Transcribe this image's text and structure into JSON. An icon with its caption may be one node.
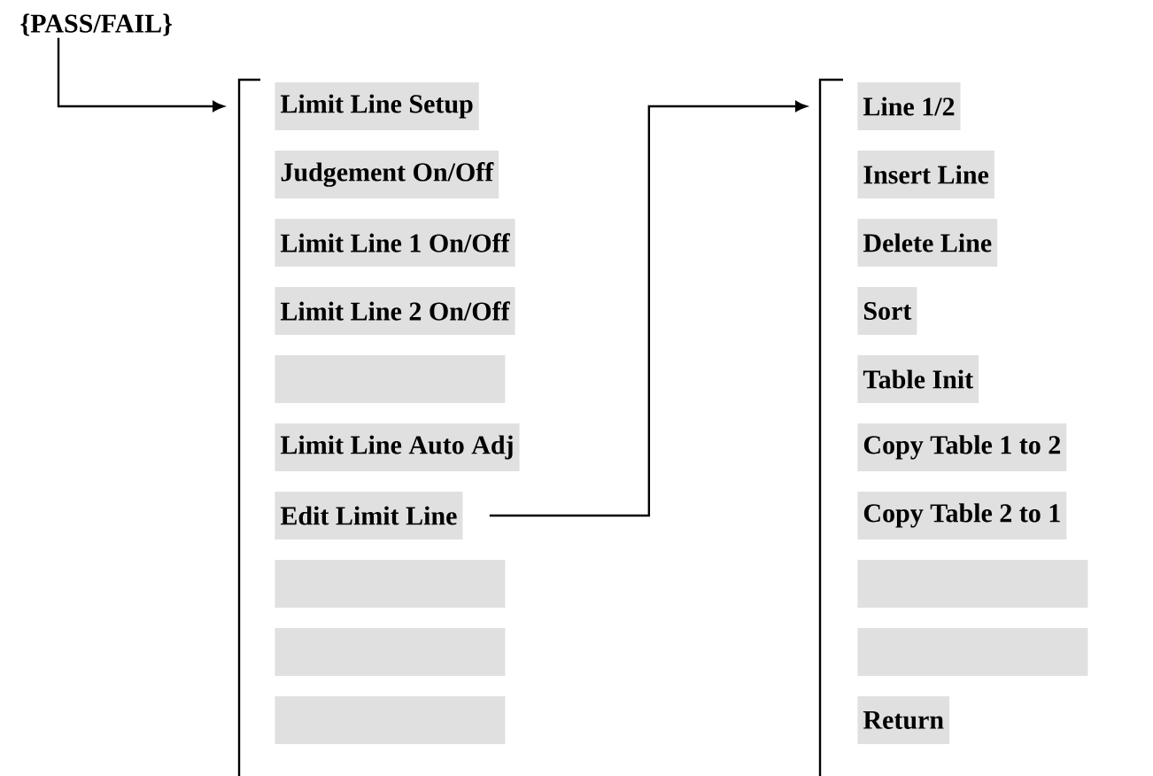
{
  "diagram": {
    "nodes": [
      {
        "text": [
          "{PASS/FAIL}"
        ]
      },
      {
        "text": [
          "Limit Line Setup"
        ]
      },
      {
        "text": [
          "Judgement On/Off"
        ]
      },
      {
        "text": [
          "Limit Line 1 On/Off"
        ]
      },
      {
        "text": [
          "Limit Line 2 On/Off"
        ]
      },
      {
        "text": [],
        "shape": "box"
      },
      {
        "text": [
          "Limit Line Auto Adj"
        ]
      },
      {
        "text": [
          "Edit Limit Line"
        ]
      },
      {
        "text": [],
        "shape": "box"
      },
      {
        "text": [],
        "shape": "box"
      },
      {
        "text": [],
        "shape": "box"
      },
      {
        "text": [
          "Line 1/2"
        ]
      },
      {
        "text": [
          "Insert Line"
        ]
      },
      {
        "text": [
          "Delete Line"
        ]
      },
      {
        "text": [
          "Sort"
        ]
      },
      {
        "text": [
          "Table Init"
        ]
      },
      {
        "text": [
          "Copy Table 1 to 2"
        ]
      },
      {
        "text": [
          "Copy Table 2 to 1"
        ]
      },
      {
        "text": [],
        "shape": "box"
      },
      {
        "text": [],
        "shape": "box"
      },
      {
        "text": [
          "Return"
        ]
      }
    ],
    "edges": [
      {
        "from": 0,
        "to": 1,
        "arrow": "to"
      },
      {
        "from": 7,
        "to": 11,
        "arrow": "to"
      }
    ]
  }
}
